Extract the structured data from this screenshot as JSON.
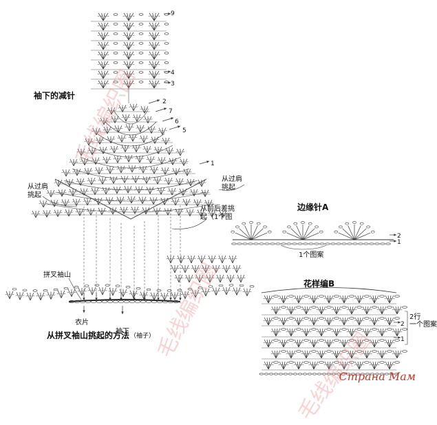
{
  "labels": {
    "sleeve_underarm_dec": "袖下的减针",
    "pickup_from_shoulder_left": "从过肩\n挑起",
    "pickup_from_shoulder_right": "从过肩\n挑起",
    "pickup_from_back_diff": "从前后差挑\n起（1个图",
    "crossed_sleeve_cap": "拼叉袖山",
    "body_piece": "衣片",
    "underarm": "袖下",
    "method_title": "从拼叉袖山挑起的方法",
    "method_sub": "（袖子）",
    "edging_a": "边缘针A",
    "edging_repeat": "1个图案",
    "pattern_b": "花样编B",
    "pattern_b_repeat": "2行\n一个图案",
    "edging_row1": "1",
    "edging_row2": "2",
    "b_row1": "1",
    "b_row2": "2",
    "row_9": "9",
    "row_4": "4",
    "row_3": "3",
    "row_7": "7",
    "row_6": "6",
    "row_5": "5",
    "row_2": "2",
    "row_1": "1"
  },
  "watermarks": [
    "毛线编织圈",
    "毛线编织圈",
    "毛线编织圈"
  ],
  "logo": "Страна Мам",
  "colors": {
    "line": "#333333",
    "accent": "#c0392b",
    "watermark": "#eb8282"
  }
}
